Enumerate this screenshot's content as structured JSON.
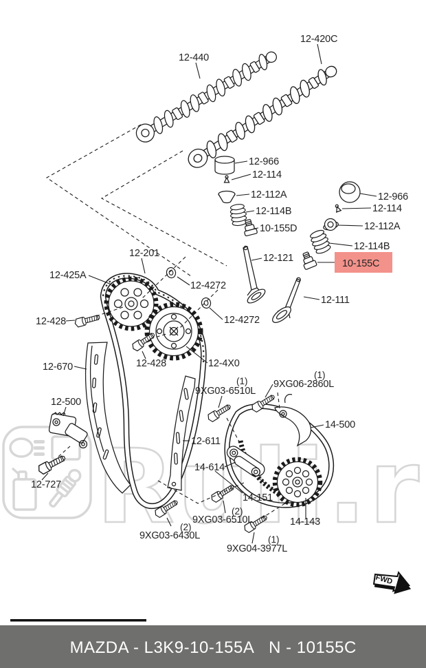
{
  "page": {
    "type": "parts-catalog-exploded-diagram",
    "vehicle_brand": "MAZDA"
  },
  "watermark": {
    "text": "Ruli.ru"
  },
  "fwd": {
    "label": "FWD"
  },
  "highlight": {
    "color": "#F2928A",
    "highlighted_part": "10-155C"
  },
  "footer": {
    "bar_color": "#6F6F6D",
    "left_code": "MAZDA - L3K9-10-155A",
    "right_code": "N - 10155C"
  },
  "labels": [
    {
      "text": "12-440"
    },
    {
      "text": "12-420C"
    },
    {
      "text": "12-966"
    },
    {
      "text": "12-114"
    },
    {
      "text": "12-112A"
    },
    {
      "text": "12-114B"
    },
    {
      "text": "10-155D"
    },
    {
      "text": "12-966"
    },
    {
      "text": "12-114"
    },
    {
      "text": "12-112A"
    },
    {
      "text": "12-114B"
    },
    {
      "text": "10-155C"
    },
    {
      "text": "12-121"
    },
    {
      "text": "12-111"
    },
    {
      "text": "12-201"
    },
    {
      "text": "12-425A"
    },
    {
      "text": "12-4272"
    },
    {
      "text": "12-428"
    },
    {
      "text": "12-4272"
    },
    {
      "text": "12-428"
    },
    {
      "text": "12-670"
    },
    {
      "text": "12-4X0"
    },
    {
      "text": "12-500"
    },
    {
      "text": "12-727"
    },
    {
      "text": "9XG03-6510L",
      "qty": "(1)"
    },
    {
      "text": "9XG06-2860L",
      "qty": "(1)"
    },
    {
      "text": "14-500"
    },
    {
      "text": "12-611"
    },
    {
      "text": "14-614"
    },
    {
      "text": "14-151"
    },
    {
      "text": "14-143"
    },
    {
      "text": "9XG03-6510L",
      "qty": "(2)"
    },
    {
      "text": "9XG03-6430L",
      "qty": "(2)"
    },
    {
      "text": "9XG04-3977L",
      "qty": "(1)"
    }
  ]
}
